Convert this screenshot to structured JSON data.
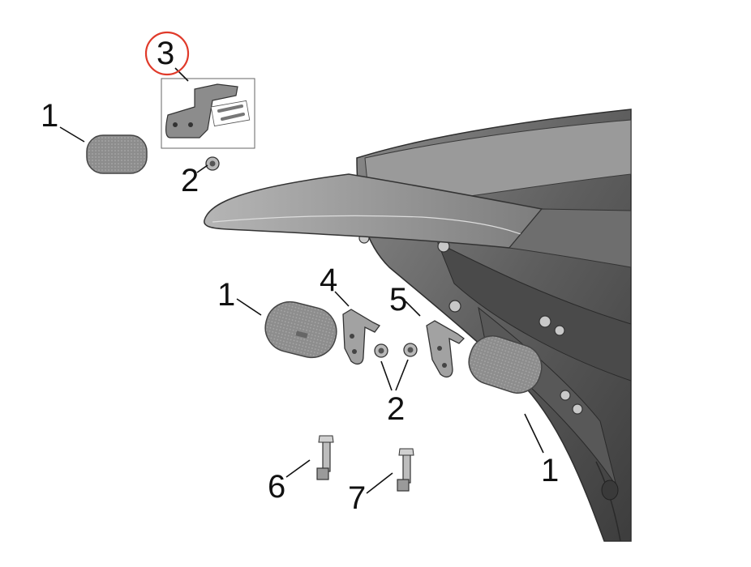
{
  "diagram": {
    "highlight_color": "#e03a2a",
    "callouts": [
      {
        "id": "c3",
        "text": "3",
        "highlighted": true
      },
      {
        "id": "c1a",
        "text": "1"
      },
      {
        "id": "c2a",
        "text": "2"
      },
      {
        "id": "c1b",
        "text": "1"
      },
      {
        "id": "c4",
        "text": "4"
      },
      {
        "id": "c5",
        "text": "5"
      },
      {
        "id": "c2b",
        "text": "2"
      },
      {
        "id": "c1c",
        "text": "1"
      },
      {
        "id": "c6",
        "text": "6"
      },
      {
        "id": "c7",
        "text": "7"
      }
    ]
  }
}
